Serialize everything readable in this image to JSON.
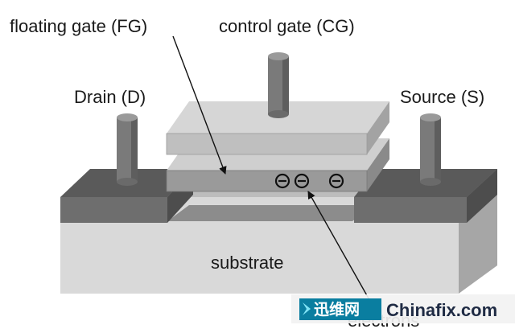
{
  "labels": {
    "floating_gate": "floating gate (FG)",
    "control_gate": "control gate (CG)",
    "drain": "Drain (D)",
    "source": "Source (S)",
    "substrate": "substrate",
    "electrons": "electrons"
  },
  "watermark": {
    "site_cn": "迅维网",
    "site_en": "Chinafix.com"
  },
  "colors": {
    "substrate_front": "#d9d9d9",
    "substrate_top": "#bdbdbd",
    "substrate_side": "#a6a6a6",
    "channel": "#8c8c8c",
    "doped_top": "#5a5a5a",
    "doped_front": "#6e6e6e",
    "gate_plate_top": "#d6d6d6",
    "gate_plate_front": "#bfbfbf",
    "fg_plate_front": "#9a9a9a",
    "electrode": "#7a7a7a",
    "watermark_accent": "#00a7c7"
  }
}
